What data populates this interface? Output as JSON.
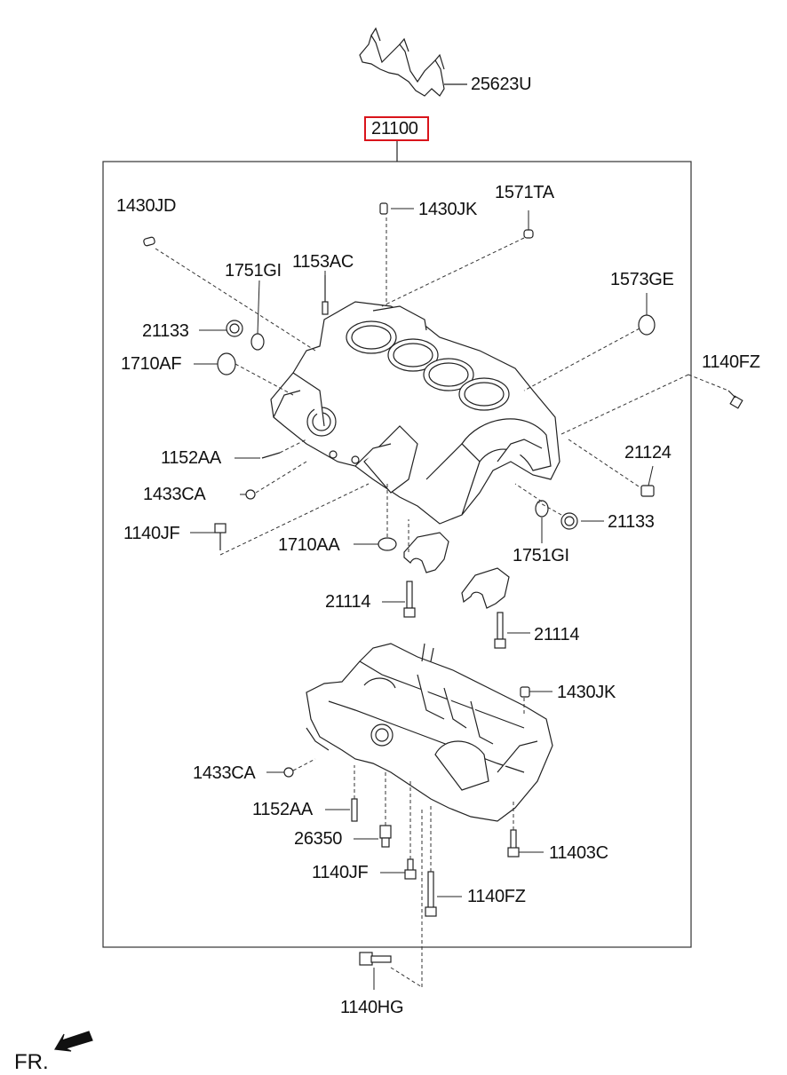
{
  "diagram": {
    "main_part": "21100",
    "highlight_color": "#d9141b",
    "labels": {
      "p25623U": "25623U",
      "p1430JD": "1430JD",
      "p1430JK_top": "1430JK",
      "p1571TA": "1571TA",
      "p1751GI_top": "1751GI",
      "p1153AC": "1153AC",
      "p1573GE": "1573GE",
      "p21133_left": "21133",
      "p1710AF": "1710AF",
      "p1140FZ_right": "1140FZ",
      "p1152AA_top": "1152AA",
      "p21124": "21124",
      "p1433CA_top": "1433CA",
      "p21133_right": "21133",
      "p1140JF_top": "1140JF",
      "p1710AA": "1710AA",
      "p1751GI_bottom": "1751GI",
      "p21114_left": "21114",
      "p21114_right": "21114",
      "p1430JK_bottom": "1430JK",
      "p1433CA_bottom": "1433CA",
      "p1152AA_bottom": "1152AA",
      "p26350": "26350",
      "p11403C": "11403C",
      "p1140JF_bottom": "1140JF",
      "p1140FZ_bottom": "1140FZ",
      "p1140HG": "1140HG"
    },
    "direction_label": "FR."
  }
}
